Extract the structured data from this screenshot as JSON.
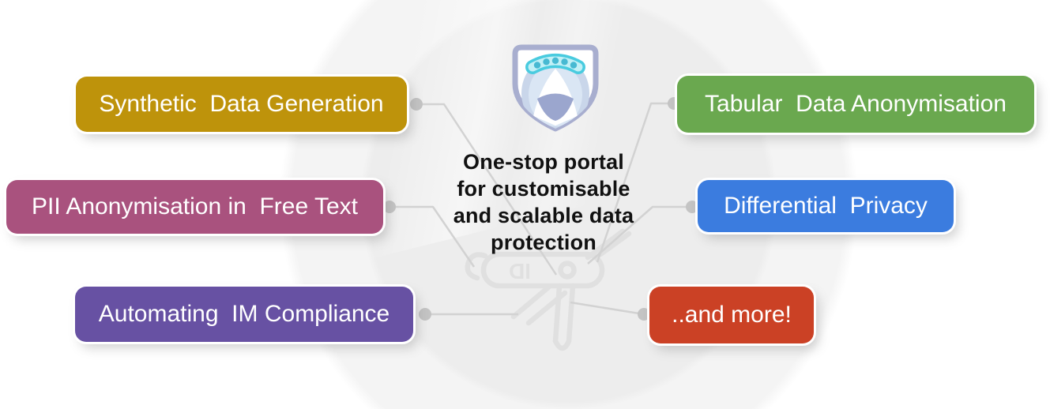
{
  "center": {
    "tagline_lines": [
      "One-stop portal",
      "for customisable",
      "and scalable data",
      "protection"
    ],
    "logo_icon": "hooded-figure-shield",
    "logo_colors": {
      "shield_border": "#A8AECF",
      "shield_fill": "#FFFFFF",
      "aura_outer": "#C9D6EA",
      "aura_inner": "#DAE6F4",
      "visor_stroke": "#49CBDF",
      "visor_fill": "#C2F0F6",
      "visor_dots": "#47B9D2",
      "hood_accent": "#9BA6CE"
    }
  },
  "nodes": [
    {
      "id": "synthetic-data-generation",
      "label": "Synthetic  Data Generation",
      "color": "#BE930B"
    },
    {
      "id": "tabular-data-anonymisation",
      "label": "Tabular  Data Anonymisation",
      "color": "#6AA84F"
    },
    {
      "id": "pii-anonymisation-free-text",
      "label": "PII Anonymisation in  Free Text",
      "color": "#A9527E"
    },
    {
      "id": "differential-privacy",
      "label": "Differential  Privacy",
      "color": "#3B7CDF"
    },
    {
      "id": "automating-im-compliance",
      "label": "Automating  IM Compliance",
      "color": "#6751A3"
    },
    {
      "id": "and-more",
      "label": "..and more!",
      "color": "#CB4125"
    }
  ],
  "watermark": {
    "text": "ID"
  },
  "styles": {
    "background_circle_inner": "#EDEDED",
    "background_circle_outer": "#F4F4F4",
    "connector_line": "#D2D2D2",
    "connector_dot": "#C4C4C4",
    "watermark_gray": "#D6D6D6",
    "label_text": "#FFFFFF",
    "tagline_text": "#111111"
  }
}
